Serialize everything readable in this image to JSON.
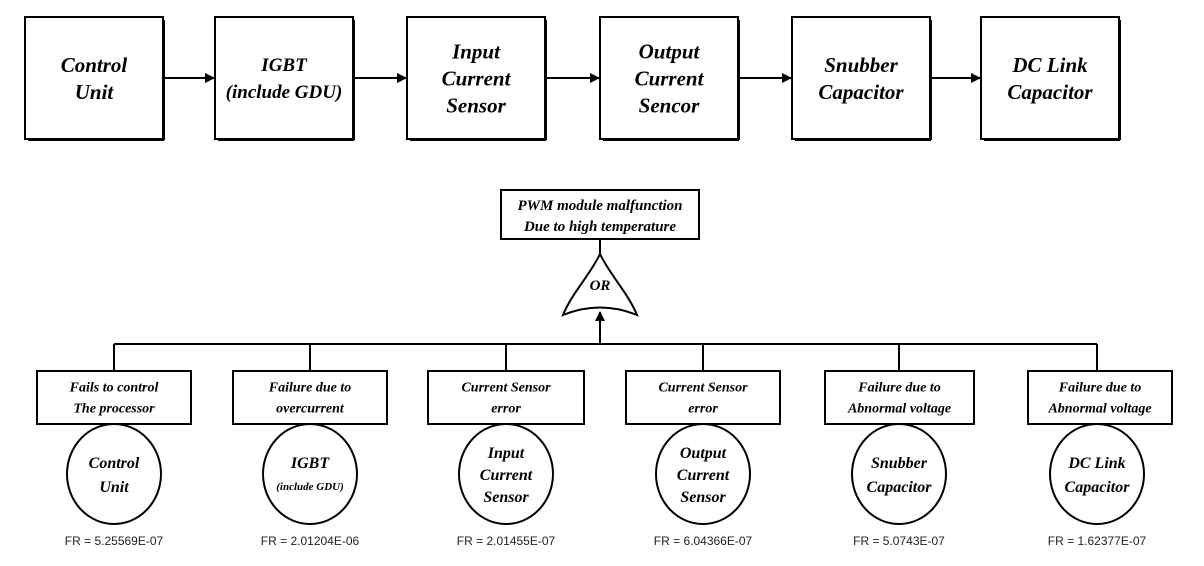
{
  "block_diagram": {
    "blocks": [
      {
        "lines": [
          "Control",
          "Unit"
        ]
      },
      {
        "lines": [
          "IGBT",
          "(include GDU)"
        ]
      },
      {
        "lines": [
          "Input",
          "Current",
          "Sensor"
        ]
      },
      {
        "lines": [
          "Output",
          "Current",
          "Sencor"
        ]
      },
      {
        "lines": [
          "Snubber",
          "Capacitor"
        ]
      },
      {
        "lines": [
          "DC Link",
          "Capacitor"
        ]
      }
    ]
  },
  "fault_tree": {
    "top_event": {
      "lines": [
        "PWM module malfunction",
        "Due to high temperature"
      ]
    },
    "gate": {
      "label": "OR"
    },
    "events": [
      {
        "lines": [
          "Fails to control",
          "The processor"
        ],
        "component": [
          "Control",
          "Unit"
        ],
        "fr": "FR = 5.25569E-07"
      },
      {
        "lines": [
          "Failure due to",
          "overcurrent"
        ],
        "component": [
          "IGBT",
          "(include GDU)"
        ],
        "fr": "FR = 2.01204E-06"
      },
      {
        "lines": [
          "Current Sensor",
          "error"
        ],
        "component": [
          "Input",
          "Current",
          "Sensor"
        ],
        "fr": "FR = 2.01455E-07"
      },
      {
        "lines": [
          "Current Sensor",
          "error"
        ],
        "component": [
          "Output",
          "Current",
          "Sensor"
        ],
        "fr": "FR = 6.04366E-07"
      },
      {
        "lines": [
          "Failure due to",
          "Abnormal voltage"
        ],
        "component": [
          "Snubber",
          "Capacitor"
        ],
        "fr": "FR = 5.0743E-07"
      },
      {
        "lines": [
          "Failure due to",
          "Abnormal voltage"
        ],
        "component": [
          "DC Link",
          "Capacitor"
        ],
        "fr": "FR = 1.62377E-07"
      }
    ]
  }
}
